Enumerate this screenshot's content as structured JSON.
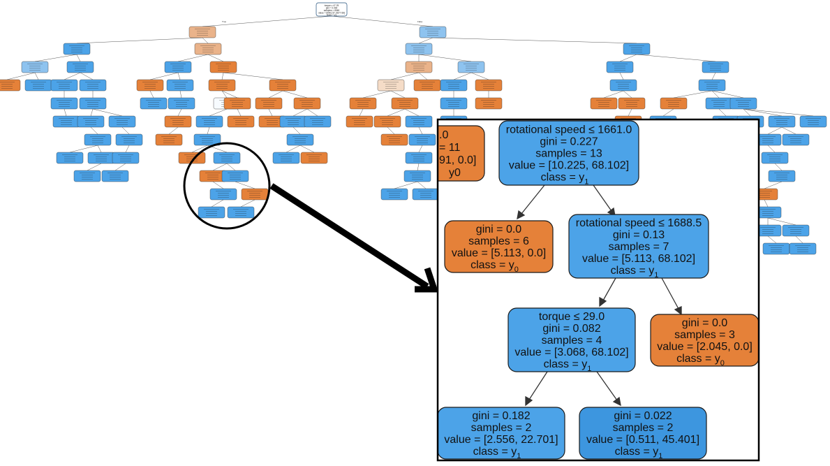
{
  "colors": {
    "blue": "#4ca3e8",
    "blue_dark": "#3d96df",
    "blue_light": "#8ec3ef",
    "orange": "#e58139",
    "orange_light": "#eab38a",
    "peach": "#f5dcc7",
    "white": "#f7fbff",
    "frame": "#000000",
    "arrow": "#000000"
  },
  "zoom_panel": {
    "partial_node": {
      "lines": [
        ".0",
        "= 11",
        "91, 0.0]",
        "y0"
      ]
    },
    "nodes": [
      {
        "id": "root",
        "color": "blue",
        "lines": [
          "rotational speed ≤ 1661.0",
          "gini = 0.227",
          "samples = 13",
          "value = [10.225, 68.102]"
        ],
        "class_label": "class = y",
        "class_sub": "1"
      },
      {
        "id": "left1",
        "color": "orange",
        "lines": [
          "gini = 0.0",
          "samples = 6",
          "value = [5.113, 0.0]"
        ],
        "class_label": "class = y",
        "class_sub": "0"
      },
      {
        "id": "right1",
        "color": "blue",
        "lines": [
          "rotational speed ≤ 1688.5",
          "gini = 0.13",
          "samples = 7",
          "value = [5.113, 68.102]"
        ],
        "class_label": "class = y",
        "class_sub": "1"
      },
      {
        "id": "torque",
        "color": "blue",
        "lines": [
          "torque ≤ 29.0",
          "gini = 0.082",
          "samples = 4",
          "value = [3.068, 68.102]"
        ],
        "class_label": "class = y",
        "class_sub": "1"
      },
      {
        "id": "right2",
        "color": "orange",
        "lines": [
          "gini = 0.0",
          "samples = 3",
          "value = [2.045, 0.0]"
        ],
        "class_label": "class = y",
        "class_sub": "0"
      },
      {
        "id": "leafA",
        "color": "blue",
        "lines": [
          "gini = 0.182",
          "samples = 2",
          "value = [2.556, 22.701]"
        ],
        "class_label": "class = y",
        "class_sub": "1"
      },
      {
        "id": "leafB",
        "color": "blue_dark",
        "lines": [
          "gini = 0.022",
          "samples = 2",
          "value = [0.511, 45.401]"
        ],
        "class_label": "class = y",
        "class_sub": "1"
      }
    ]
  },
  "background_tree": {
    "root_lines": [
      "torque ≤ 47.25",
      "gini = 0.064",
      "samples = 6560",
      "value = [5441.57, 6677.66]",
      "class = y1"
    ],
    "branch_true": "True",
    "branch_false": "False"
  }
}
